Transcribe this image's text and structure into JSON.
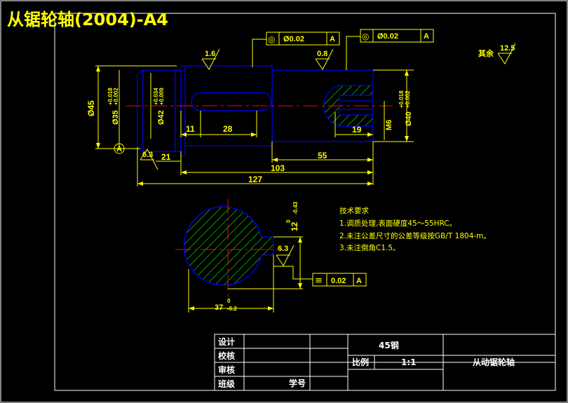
{
  "title": "从锯轮轴(2004)-A4",
  "colors": {
    "background": "#000000",
    "frame": "#ffffff",
    "outline": "#0000ff",
    "dimension": "#ffff00",
    "centerline": "#ff0000",
    "hatch": "#00ff00"
  },
  "geometric_tolerances": {
    "tol1": {
      "symbol": "◎",
      "value": "Ø0.02",
      "datum": "A"
    },
    "tol2": {
      "symbol": "◎",
      "value": "Ø0.02",
      "datum": "A"
    },
    "tol3": {
      "symbol": "≡",
      "value": "0.02",
      "datum": "A"
    }
  },
  "roughness": {
    "r1": "1.6",
    "r2": "0.8",
    "r3": "6.3",
    "r4": "6.3",
    "rest_label": "其余",
    "rest_value": "12.5"
  },
  "datum_label": "A",
  "dimensions": {
    "d45": "Ø45",
    "d35": "Ø35",
    "d35_tol_upper": "+0.018",
    "d35_tol_lower": "+0.002",
    "d42": "Ø42",
    "d42_tol_upper": "+0.034",
    "d42_tol_lower": "+0.009",
    "d40": "Ø40",
    "d40_tol_upper": "+0.018",
    "d40_tol_lower": "+0.002",
    "m6": "M6",
    "len11": "11",
    "len28": "28",
    "len19": "19",
    "len21": "21",
    "len55": "55",
    "len103": "103",
    "len127": "127",
    "sec_12": "12",
    "sec_12_tol_upper": "0",
    "sec_12_tol_lower": "-0.43",
    "sec_37": "37",
    "sec_37_tol_upper": "0",
    "sec_37_tol_lower": "-0.2"
  },
  "tech_notes": {
    "heading": "技术要求",
    "line1": "1.调质处理,表面硬度45～55HRC。",
    "line2": "2.未注公差尺寸的公差等级按GB/T 1804-m。",
    "line3": "3.未注倒角C1.5。"
  },
  "title_block": {
    "design": "设计",
    "check": "校核",
    "review": "审核",
    "class": "班级",
    "student_id": "学号",
    "material": "45钢",
    "scale_label": "比例",
    "scale_value": "1:1",
    "part_name": "从动锯轮轴"
  }
}
